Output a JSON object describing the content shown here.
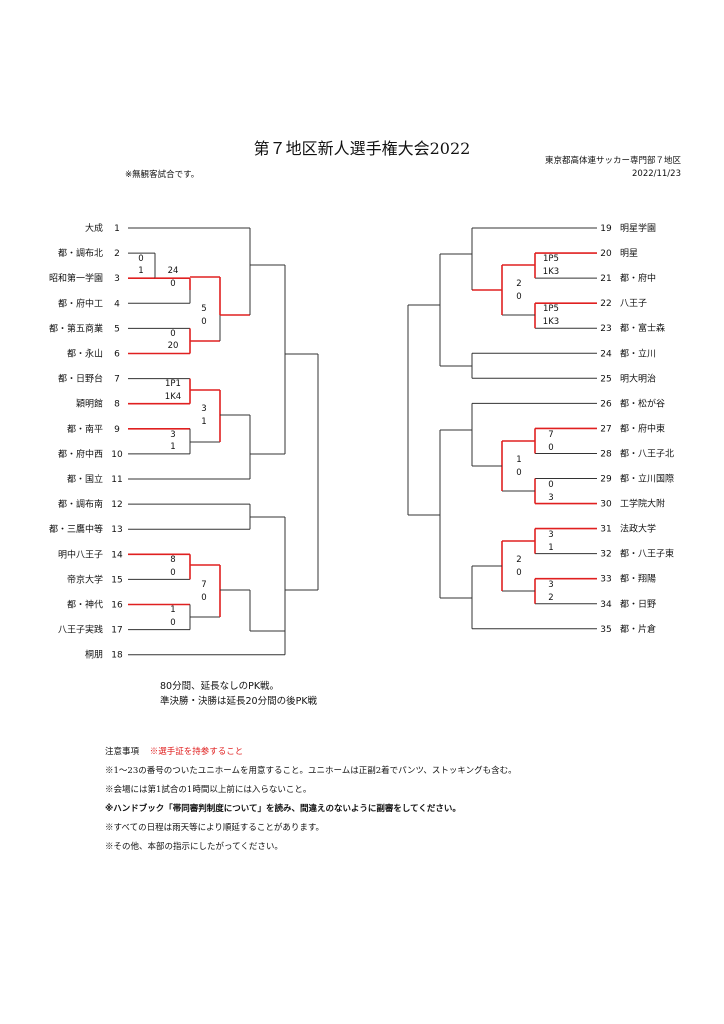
{
  "header": {
    "title": "第７地区新人選手権大会2022",
    "note": "※無観客試合です。",
    "organizer": "東京都高体連サッカー専門部７地区",
    "date": "2022/11/23"
  },
  "colors": {
    "line": "#333333",
    "winner": "#e02020"
  },
  "left_teams": [
    {
      "seed": "1",
      "name": "大成"
    },
    {
      "seed": "2",
      "name": "都・調布北"
    },
    {
      "seed": "3",
      "name": "昭和第一学園"
    },
    {
      "seed": "4",
      "name": "都・府中工"
    },
    {
      "seed": "5",
      "name": "都・第五商業"
    },
    {
      "seed": "6",
      "name": "都・永山"
    },
    {
      "seed": "7",
      "name": "都・日野台"
    },
    {
      "seed": "8",
      "name": "穎明館"
    },
    {
      "seed": "9",
      "name": "都・南平"
    },
    {
      "seed": "10",
      "name": "都・府中西"
    },
    {
      "seed": "11",
      "name": "都・国立"
    },
    {
      "seed": "12",
      "name": "都・調布南"
    },
    {
      "seed": "13",
      "name": "都・三鷹中等"
    },
    {
      "seed": "14",
      "name": "明中八王子"
    },
    {
      "seed": "15",
      "name": "帝京大学"
    },
    {
      "seed": "16",
      "name": "都・神代"
    },
    {
      "seed": "17",
      "name": "八王子実践"
    },
    {
      "seed": "18",
      "name": "桐朋"
    }
  ],
  "right_teams": [
    {
      "seed": "19",
      "name": "明星学園"
    },
    {
      "seed": "20",
      "name": "明星"
    },
    {
      "seed": "21",
      "name": "都・府中"
    },
    {
      "seed": "22",
      "name": "八王子"
    },
    {
      "seed": "23",
      "name": "都・富士森"
    },
    {
      "seed": "24",
      "name": "都・立川"
    },
    {
      "seed": "25",
      "name": "明大明治"
    },
    {
      "seed": "26",
      "name": "都・松が谷"
    },
    {
      "seed": "27",
      "name": "都・府中東"
    },
    {
      "seed": "28",
      "name": "都・八王子北"
    },
    {
      "seed": "29",
      "name": "都・立川国際"
    },
    {
      "seed": "30",
      "name": "工学院大附"
    },
    {
      "seed": "31",
      "name": "法政大学"
    },
    {
      "seed": "32",
      "name": "都・八王子東"
    },
    {
      "seed": "33",
      "name": "都・翔陽"
    },
    {
      "seed": "34",
      "name": "都・日野"
    },
    {
      "seed": "35",
      "name": "都・片倉"
    }
  ],
  "left_scores": [
    {
      "id": "m2-3",
      "top": "0",
      "bottom": "1"
    },
    {
      "id": "m3-4",
      "top": "24",
      "bottom": "0"
    },
    {
      "id": "m5-6",
      "top": "0",
      "bottom": "20"
    },
    {
      "id": "m3-6",
      "top": "5",
      "bottom": "0"
    },
    {
      "id": "m7-8",
      "top": "1P1",
      "bottom": "1K4"
    },
    {
      "id": "m9-10",
      "top": "3",
      "bottom": "1"
    },
    {
      "id": "m8-9",
      "top": "3",
      "bottom": "1"
    },
    {
      "id": "m14-15",
      "top": "8",
      "bottom": "0"
    },
    {
      "id": "m16-17",
      "top": "1",
      "bottom": "0"
    },
    {
      "id": "m14-16",
      "top": "7",
      "bottom": "0"
    }
  ],
  "right_scores": [
    {
      "id": "m20-21",
      "top": "1P5",
      "bottom": "1K3"
    },
    {
      "id": "m22-23",
      "top": "1P5",
      "bottom": "1K3"
    },
    {
      "id": "m20-22",
      "top": "2",
      "bottom": "0"
    },
    {
      "id": "m27-28",
      "top": "7",
      "bottom": "0"
    },
    {
      "id": "m29-30",
      "top": "0",
      "bottom": "3"
    },
    {
      "id": "m27-30",
      "top": "1",
      "bottom": "0"
    },
    {
      "id": "m31-32",
      "top": "3",
      "bottom": "1"
    },
    {
      "id": "m33-34",
      "top": "3",
      "bottom": "2"
    },
    {
      "id": "m31-33",
      "top": "2",
      "bottom": "0"
    }
  ],
  "rules": {
    "line1": "80分間、延長なしのPK戦。",
    "line2": "準決勝・決勝は延長20分間の後PK戦"
  },
  "notes": {
    "heading": "注意事項",
    "heading_red": "※選手証を持参すること",
    "items": [
      "※1～23の番号のついたユニホームを用意すること。ユニホームは正副2着でパンツ、ストッキングも含む。",
      "※会場には第1試合の1時間以上前には入らないこと。",
      "※ハンドブック「帯同審判制度について」を読み、間違えのないように副審をしてください。",
      "※すべての日程は雨天等により順延することがあります。",
      "※その他、本部の指示にしたがってください。"
    ]
  }
}
